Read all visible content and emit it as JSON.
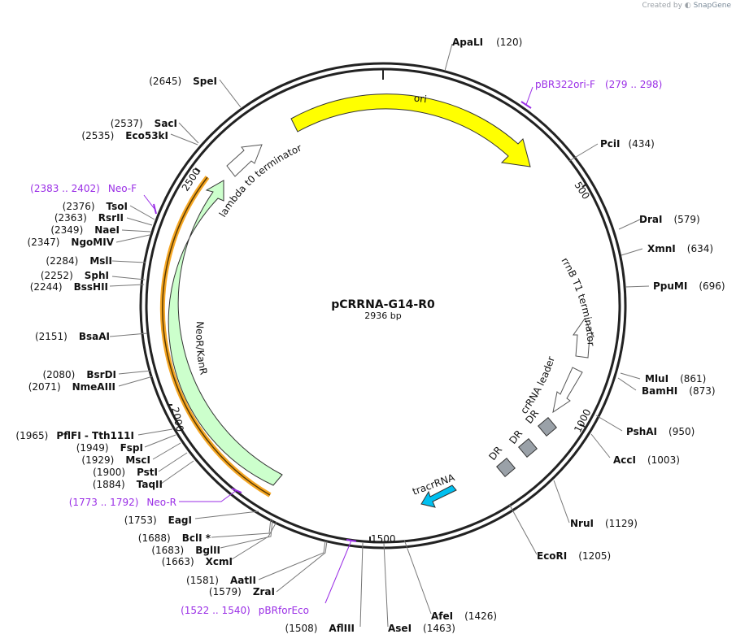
{
  "credit": {
    "prefix": "Created by",
    "brand": "SnapGene"
  },
  "map": {
    "name": "pCRRNA-G14-R0",
    "length_label": "2936 bp",
    "total_bp": 2936,
    "ticks": [
      "500",
      "1000",
      "1500",
      "2000",
      "2500"
    ]
  },
  "sites": [
    {
      "name": "ApaLI",
      "pos": "(120)"
    },
    {
      "name": "PciI",
      "pos": "(434)"
    },
    {
      "name": "DraI",
      "pos": "(579)"
    },
    {
      "name": "XmnI",
      "pos": "(634)"
    },
    {
      "name": "PpuMI",
      "pos": "(696)"
    },
    {
      "name": "MluI",
      "pos": "(861)"
    },
    {
      "name": "BamHI",
      "pos": "(873)"
    },
    {
      "name": "PshAI",
      "pos": "(950)"
    },
    {
      "name": "AccI",
      "pos": "(1003)"
    },
    {
      "name": "NruI",
      "pos": "(1129)"
    },
    {
      "name": "EcoRI",
      "pos": "(1205)"
    },
    {
      "name": "AfeI",
      "pos": "(1426)"
    },
    {
      "name": "AseI",
      "pos": "(1463)"
    },
    {
      "name": "AflIII",
      "pos": "(1508)"
    },
    {
      "name": "ZraI",
      "pos": "(1579)"
    },
    {
      "name": "AatII",
      "pos": "(1581)"
    },
    {
      "name": "XcmI",
      "pos": "(1663)"
    },
    {
      "name": "BglII",
      "pos": "(1683)"
    },
    {
      "name": "BclI *",
      "pos": "(1688)"
    },
    {
      "name": "EagI",
      "pos": "(1753)"
    },
    {
      "name": "TaqII",
      "pos": "(1884)"
    },
    {
      "name": "PstI",
      "pos": "(1900)"
    },
    {
      "name": "MscI",
      "pos": "(1929)"
    },
    {
      "name": "FspI",
      "pos": "(1949)"
    },
    {
      "name": "PflFI  - Tth111I",
      "pos": "(1965)"
    },
    {
      "name": "NmeAIII",
      "pos": "(2071)"
    },
    {
      "name": "BsrDI",
      "pos": "(2080)"
    },
    {
      "name": "BsaAI",
      "pos": "(2151)"
    },
    {
      "name": "BssHII",
      "pos": "(2244)"
    },
    {
      "name": "SphI",
      "pos": "(2252)"
    },
    {
      "name": "MslI",
      "pos": "(2284)"
    },
    {
      "name": "NgoMIV",
      "pos": "(2347)"
    },
    {
      "name": "NaeI",
      "pos": "(2349)"
    },
    {
      "name": "RsrII",
      "pos": "(2363)"
    },
    {
      "name": "TsoI",
      "pos": "(2376)"
    },
    {
      "name": "Eco53kI",
      "pos": "(2535)"
    },
    {
      "name": "SacI",
      "pos": "(2537)"
    },
    {
      "name": "SpeI",
      "pos": "(2645)"
    }
  ],
  "primers": [
    {
      "name": "pBR322ori-F",
      "range": "(279 .. 298)"
    },
    {
      "name": "Neo-F",
      "range": "(2383 .. 2402)"
    },
    {
      "name": "Neo-R",
      "range": "(1773 .. 1792)"
    },
    {
      "name": "pBRforEco",
      "range": "(1522 .. 1540)"
    }
  ],
  "features": {
    "ori": "ori",
    "lambda": "lambda t0 terminator",
    "neo": "NeoR/KanR",
    "rrnb": "rrnB T1 terminator",
    "crrna": "crRNA leader",
    "dr1": "DR",
    "dr2": "DR",
    "dr3": "DR",
    "tracr": "tracrRNA"
  },
  "colors": {
    "ori": "#ffff00",
    "neo": "#ccffcc",
    "neo_orf": "#f5a623",
    "tracr": "#00c0f0",
    "dr": "#9aa1a8",
    "primer": "#9a2ee6"
  }
}
